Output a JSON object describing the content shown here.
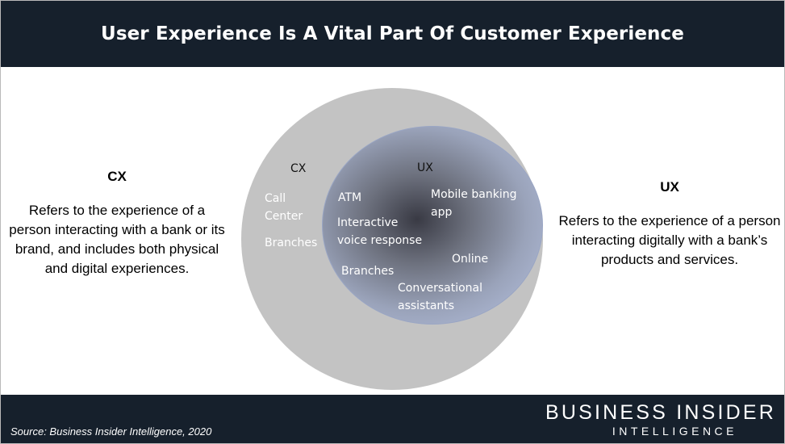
{
  "header": {
    "title": "User Experience Is A Vital Part Of Customer Experience"
  },
  "left_panel": {
    "title": "CX",
    "body": "Refers to the experience of a person interacting with a bank or its brand, and includes both physical and digital experiences."
  },
  "right_panel": {
    "title": "UX",
    "body": "Refers to the experience of a person interacting digitally with a bank’s products and services."
  },
  "diagram": {
    "outer_label": "CX",
    "inner_label": "UX",
    "outer_items": [
      "Call\nCenter",
      "Branches"
    ],
    "inner_items": [
      "ATM",
      "Interactive\nvoice response",
      "Mobile banking\napp",
      "Online",
      "Branches",
      "Conversational\nassistants"
    ],
    "colors": {
      "outer_circle": "#c3c3c3",
      "inner_circle_edge": "#b9c5e5",
      "inner_circle_center": "#393a44"
    }
  },
  "footer": {
    "source": "Source: Business Insider Intelligence, 2020",
    "brand_main": "BUSINESS INSIDER",
    "brand_sub": "INTELLIGENCE"
  },
  "colors": {
    "header_bg": "#16202c",
    "footer_bg": "#16202c"
  }
}
